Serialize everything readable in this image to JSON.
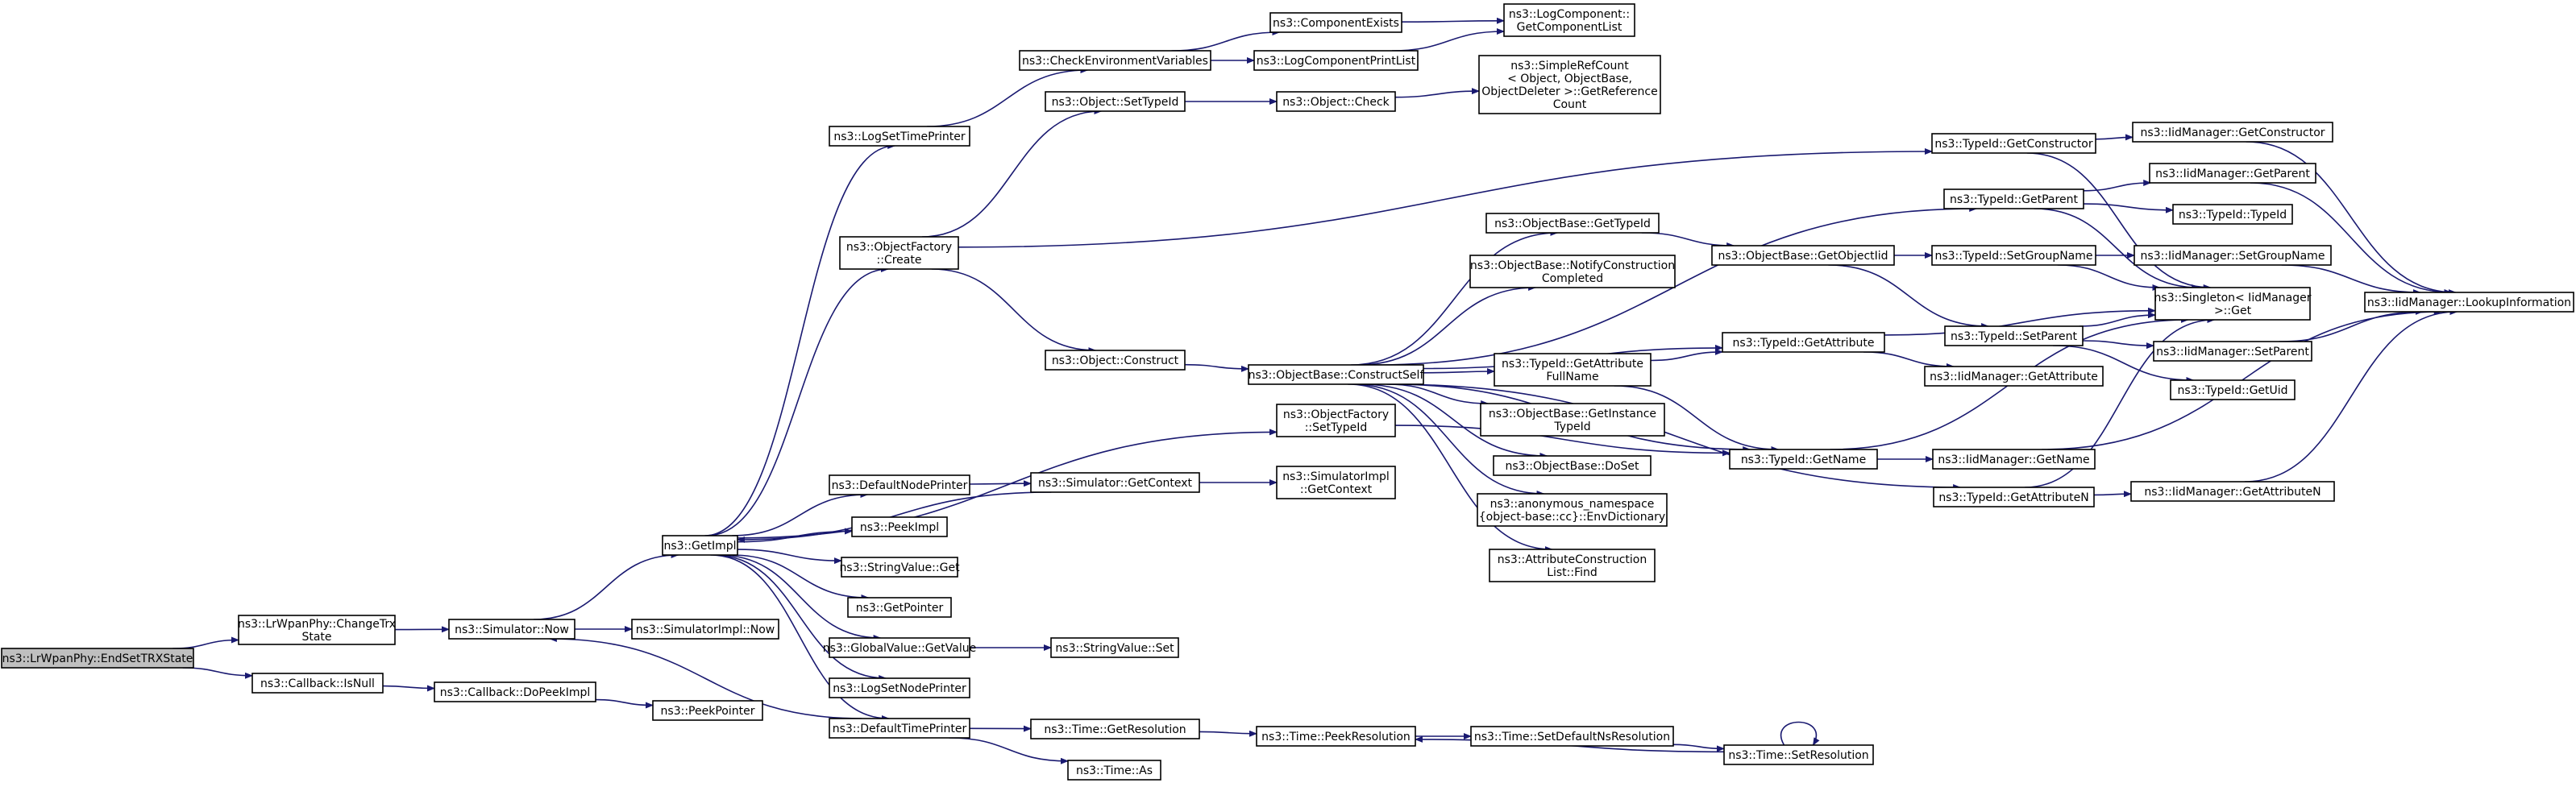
{
  "graph": {
    "nodes": [
      {
        "id": "root",
        "lines": [
          "ns3::LrWpanPhy::EndSetTRXState"
        ]
      },
      {
        "id": "changeTrx",
        "lines": [
          "ns3::LrWpanPhy::ChangeTrx",
          "State"
        ]
      },
      {
        "id": "isNull",
        "lines": [
          "ns3::Callback::IsNull"
        ]
      },
      {
        "id": "doPeekImpl",
        "lines": [
          "ns3::Callback::DoPeekImpl"
        ]
      },
      {
        "id": "peekPointer",
        "lines": [
          "ns3::PeekPointer"
        ]
      },
      {
        "id": "simNow",
        "lines": [
          "ns3::Simulator::Now"
        ]
      },
      {
        "id": "simImplNow",
        "lines": [
          "ns3::SimulatorImpl::Now"
        ]
      },
      {
        "id": "getImpl",
        "lines": [
          "ns3::GetImpl"
        ]
      },
      {
        "id": "logSetTimePrinter",
        "lines": [
          "ns3::LogSetTimePrinter"
        ]
      },
      {
        "id": "checkEnv",
        "lines": [
          "ns3::CheckEnvironmentVariables"
        ]
      },
      {
        "id": "componentExists",
        "lines": [
          "ns3::ComponentExists"
        ]
      },
      {
        "id": "logCompPrintList",
        "lines": [
          "ns3::LogComponentPrintList"
        ]
      },
      {
        "id": "getComponentList",
        "lines": [
          "ns3::LogComponent::",
          "GetComponentList"
        ]
      },
      {
        "id": "objSetTypeId",
        "lines": [
          "ns3::Object::SetTypeId"
        ]
      },
      {
        "id": "objCheck",
        "lines": [
          "ns3::Object::Check"
        ]
      },
      {
        "id": "simpleRefCount",
        "lines": [
          "ns3::SimpleRefCount",
          "< Object, ObjectBase,",
          "ObjectDeleter >::GetReference",
          "Count"
        ]
      },
      {
        "id": "objFactoryCreate",
        "lines": [
          "ns3::ObjectFactory",
          "::Create"
        ]
      },
      {
        "id": "objConstruct",
        "lines": [
          "ns3::Object::Construct"
        ]
      },
      {
        "id": "constructSelf",
        "lines": [
          "ns3::ObjectBase::ConstructSelf"
        ]
      },
      {
        "id": "obGetTypeId",
        "lines": [
          "ns3::ObjectBase::GetTypeId"
        ]
      },
      {
        "id": "notifyConstruction",
        "lines": [
          "ns3::ObjectBase::NotifyConstruction",
          "Completed"
        ]
      },
      {
        "id": "tidGetAttrFullName",
        "lines": [
          "ns3::TypeId::GetAttribute",
          "FullName"
        ]
      },
      {
        "id": "getInstanceTypeId",
        "lines": [
          "ns3::ObjectBase::GetInstance",
          "TypeId"
        ]
      },
      {
        "id": "doSet",
        "lines": [
          "ns3::ObjectBase::DoSet"
        ]
      },
      {
        "id": "envDictionary",
        "lines": [
          "ns3::anonymous_namespace",
          "{object-base::cc}::EnvDictionary"
        ]
      },
      {
        "id": "attrConstrFind",
        "lines": [
          "ns3::AttributeConstruction",
          "List::Find"
        ]
      },
      {
        "id": "ofSetTypeId",
        "lines": [
          "ns3::ObjectFactory",
          "::SetTypeId"
        ]
      },
      {
        "id": "defaultNodePrinter",
        "lines": [
          "ns3::DefaultNodePrinter"
        ]
      },
      {
        "id": "simGetContext",
        "lines": [
          "ns3::Simulator::GetContext"
        ]
      },
      {
        "id": "simImplGetContext",
        "lines": [
          "ns3::SimulatorImpl",
          "::GetContext"
        ]
      },
      {
        "id": "peekImpl",
        "lines": [
          "ns3::PeekImpl"
        ]
      },
      {
        "id": "stringValueGet",
        "lines": [
          "ns3::StringValue::Get"
        ]
      },
      {
        "id": "getPointer",
        "lines": [
          "ns3::GetPointer"
        ]
      },
      {
        "id": "globalValueGet",
        "lines": [
          "ns3::GlobalValue::GetValue"
        ]
      },
      {
        "id": "stringValueSet",
        "lines": [
          "ns3::StringValue::Set"
        ]
      },
      {
        "id": "logSetNodePrinter",
        "lines": [
          "ns3::LogSetNodePrinter"
        ]
      },
      {
        "id": "defaultTimePrinter",
        "lines": [
          "ns3::DefaultTimePrinter"
        ]
      },
      {
        "id": "timeGetResolution",
        "lines": [
          "ns3::Time::GetResolution"
        ]
      },
      {
        "id": "timeAs",
        "lines": [
          "ns3::Time::As"
        ]
      },
      {
        "id": "timePeekResolution",
        "lines": [
          "ns3::Time::PeekResolution"
        ]
      },
      {
        "id": "timeSetDefaultNs",
        "lines": [
          "ns3::Time::SetDefaultNsResolution"
        ]
      },
      {
        "id": "timeSetResolution",
        "lines": [
          "ns3::Time::SetResolution"
        ]
      },
      {
        "id": "obGetObjectIid",
        "lines": [
          "ns3::ObjectBase::GetObjectIid"
        ]
      },
      {
        "id": "tidGetAttribute",
        "lines": [
          "ns3::TypeId::GetAttribute"
        ]
      },
      {
        "id": "tidGetName",
        "lines": [
          "ns3::TypeId::GetName"
        ]
      },
      {
        "id": "tidGetConstructor",
        "lines": [
          "ns3::TypeId::GetConstructor"
        ]
      },
      {
        "id": "tidGetParent",
        "lines": [
          "ns3::TypeId::GetParent"
        ]
      },
      {
        "id": "tidSetGroupName",
        "lines": [
          "ns3::TypeId::SetGroupName"
        ]
      },
      {
        "id": "tidSetParent",
        "lines": [
          "ns3::TypeId::SetParent"
        ]
      },
      {
        "id": "iidGetAttribute",
        "lines": [
          "ns3::IidManager::GetAttribute"
        ]
      },
      {
        "id": "iidGetName",
        "lines": [
          "ns3::IidManager::GetName"
        ]
      },
      {
        "id": "tidGetAttributeN",
        "lines": [
          "ns3::TypeId::GetAttributeN"
        ]
      },
      {
        "id": "iidGetConstructor",
        "lines": [
          "ns3::IidManager::GetConstructor"
        ]
      },
      {
        "id": "iidGetParent",
        "lines": [
          "ns3::IidManager::GetParent"
        ]
      },
      {
        "id": "tidTypeId",
        "lines": [
          "ns3::TypeId::TypeId"
        ]
      },
      {
        "id": "iidSetGroupName",
        "lines": [
          "ns3::IidManager::SetGroupName"
        ]
      },
      {
        "id": "singletonGet",
        "lines": [
          "ns3::Singleton< IidManager",
          " >::Get"
        ]
      },
      {
        "id": "iidSetParent",
        "lines": [
          "ns3::IidManager::SetParent"
        ]
      },
      {
        "id": "tidGetUid",
        "lines": [
          "ns3::TypeId::GetUid"
        ]
      },
      {
        "id": "iidGetAttributeN",
        "lines": [
          "ns3::IidManager::GetAttributeN"
        ]
      },
      {
        "id": "iidLookup",
        "lines": [
          "ns3::IidManager::LookupInformation"
        ]
      }
    ],
    "edges": [
      [
        "root",
        "changeTrx"
      ],
      [
        "root",
        "isNull"
      ],
      [
        "changeTrx",
        "simNow"
      ],
      [
        "isNull",
        "doPeekImpl"
      ],
      [
        "doPeekImpl",
        "peekPointer"
      ],
      [
        "simNow",
        "simImplNow"
      ],
      [
        "simNow",
        "getImpl"
      ],
      [
        "getImpl",
        "logSetTimePrinter"
      ],
      [
        "getImpl",
        "objFactoryCreate"
      ],
      [
        "getImpl",
        "ofSetTypeId"
      ],
      [
        "getImpl",
        "defaultNodePrinter"
      ],
      [
        "getImpl",
        "peekImpl"
      ],
      [
        "getImpl",
        "stringValueGet"
      ],
      [
        "getImpl",
        "getPointer"
      ],
      [
        "getImpl",
        "globalValueGet"
      ],
      [
        "getImpl",
        "logSetNodePrinter"
      ],
      [
        "getImpl",
        "defaultTimePrinter"
      ],
      [
        "logSetTimePrinter",
        "checkEnv"
      ],
      [
        "checkEnv",
        "componentExists"
      ],
      [
        "checkEnv",
        "logCompPrintList"
      ],
      [
        "componentExists",
        "getComponentList"
      ],
      [
        "logCompPrintList",
        "getComponentList"
      ],
      [
        "objFactoryCreate",
        "objSetTypeId"
      ],
      [
        "objFactoryCreate",
        "objConstruct"
      ],
      [
        "objFactoryCreate",
        "tidGetConstructor"
      ],
      [
        "objSetTypeId",
        "objCheck"
      ],
      [
        "objCheck",
        "simpleRefCount"
      ],
      [
        "objConstruct",
        "constructSelf"
      ],
      [
        "constructSelf",
        "obGetTypeId"
      ],
      [
        "constructSelf",
        "notifyConstruction"
      ],
      [
        "constructSelf",
        "tidGetAttrFullName"
      ],
      [
        "constructSelf",
        "getInstanceTypeId"
      ],
      [
        "constructSelf",
        "doSet"
      ],
      [
        "constructSelf",
        "envDictionary"
      ],
      [
        "constructSelf",
        "attrConstrFind"
      ],
      [
        "constructSelf",
        "tidGetAttribute"
      ],
      [
        "constructSelf",
        "tidGetParent"
      ],
      [
        "constructSelf",
        "tidGetName"
      ],
      [
        "constructSelf",
        "tidGetAttributeN"
      ],
      [
        "obGetTypeId",
        "obGetObjectIid"
      ],
      [
        "obGetObjectIid",
        "tidSetGroupName"
      ],
      [
        "obGetObjectIid",
        "tidSetParent"
      ],
      [
        "tidGetAttrFullName",
        "tidGetAttribute"
      ],
      [
        "tidGetAttrFullName",
        "tidGetName"
      ],
      [
        "tidGetAttribute",
        "iidGetAttribute"
      ],
      [
        "tidGetAttribute",
        "singletonGet"
      ],
      [
        "tidGetName",
        "iidGetName"
      ],
      [
        "tidGetName",
        "singletonGet"
      ],
      [
        "iidGetName",
        "iidLookup"
      ],
      [
        "tidGetConstructor",
        "iidGetConstructor"
      ],
      [
        "tidGetConstructor",
        "singletonGet"
      ],
      [
        "tidGetParent",
        "iidGetParent"
      ],
      [
        "tidGetParent",
        "tidTypeId"
      ],
      [
        "tidGetParent",
        "singletonGet"
      ],
      [
        "tidSetGroupName",
        "iidSetGroupName"
      ],
      [
        "tidSetGroupName",
        "singletonGet"
      ],
      [
        "tidSetParent",
        "iidSetParent"
      ],
      [
        "tidSetParent",
        "tidGetUid"
      ],
      [
        "tidSetParent",
        "singletonGet"
      ],
      [
        "tidGetAttributeN",
        "iidGetAttributeN"
      ],
      [
        "tidGetAttributeN",
        "singletonGet"
      ],
      [
        "iidGetConstructor",
        "iidLookup"
      ],
      [
        "iidGetParent",
        "iidLookup"
      ],
      [
        "iidSetGroupName",
        "iidLookup"
      ],
      [
        "iidSetParent",
        "iidLookup"
      ],
      [
        "iidGetAttributeN",
        "iidLookup"
      ],
      [
        "defaultNodePrinter",
        "simGetContext"
      ],
      [
        "simGetContext",
        "simImplGetContext"
      ],
      [
        "simGetContext",
        "getImpl"
      ],
      [
        "ofSetTypeId",
        "tidGetName"
      ],
      [
        "globalValueGet",
        "stringValueSet"
      ],
      [
        "defaultTimePrinter",
        "simNow"
      ],
      [
        "defaultTimePrinter",
        "timeGetResolution"
      ],
      [
        "defaultTimePrinter",
        "timeAs"
      ],
      [
        "timeGetResolution",
        "timePeekResolution"
      ],
      [
        "timePeekResolution",
        "timeSetDefaultNs"
      ],
      [
        "timeSetDefaultNs",
        "timeSetResolution"
      ],
      [
        "timeSetResolution",
        "timePeekResolution"
      ],
      [
        "timeSetResolution",
        "timeSetResolution"
      ]
    ]
  }
}
